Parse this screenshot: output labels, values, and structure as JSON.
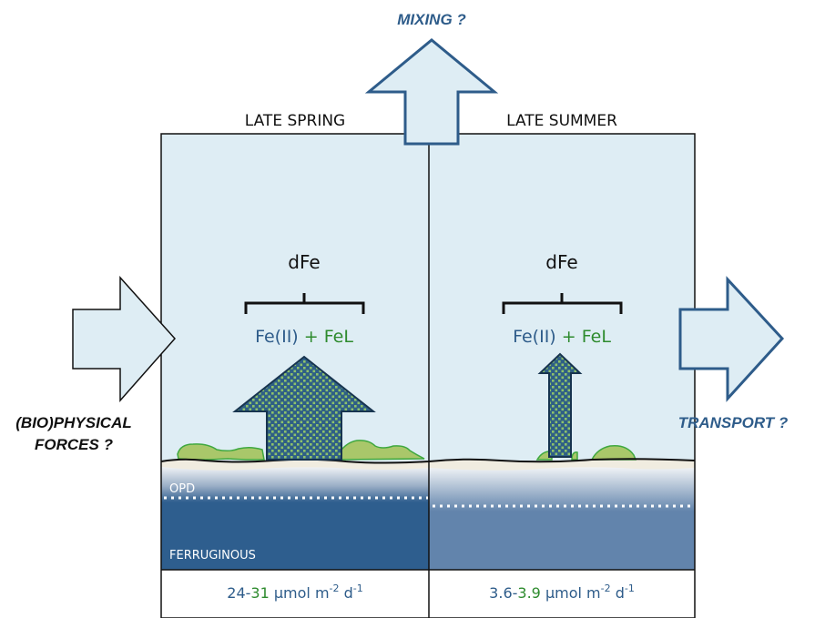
{
  "top_label": "MIXING ?",
  "left_label_line1": "(BIO)PHYSICAL",
  "left_label_line2": "FORCES ?",
  "right_label": "TRANSPORT ?",
  "panels": [
    {
      "season": "LATE SPRING",
      "dfe": "dFe",
      "fe2": "Fe(II)",
      "plus": "+",
      "fel": "FeL",
      "opd_label": "OPD",
      "layer_label": "FERRUGINOUS",
      "flux_low": "24",
      "flux_high": "31",
      "flux_units": "μmol m",
      "flux_exp1": "-2",
      "flux_d": "d",
      "flux_exp2": "-1"
    },
    {
      "season": "LATE SUMMER",
      "dfe": "dFe",
      "fe2": "Fe(II)",
      "plus": "+",
      "fel": "FeL",
      "flux_low": "3.6",
      "flux_high": "3.9",
      "flux_units": "μmol m",
      "flux_exp1": "-2",
      "flux_d": "d",
      "flux_exp2": "-1"
    }
  ],
  "colors": {
    "water": "#deedf4",
    "arrow_outline": "#2e5c8a",
    "blue_text": "#2e5c8a",
    "green_text": "#2e8b2e",
    "biofilm": "#a9c76a",
    "sediment_surface": "#f0ece0",
    "ferruginous_spring": "#2e5e8e",
    "ferruginous_summer": "#6284ac"
  }
}
